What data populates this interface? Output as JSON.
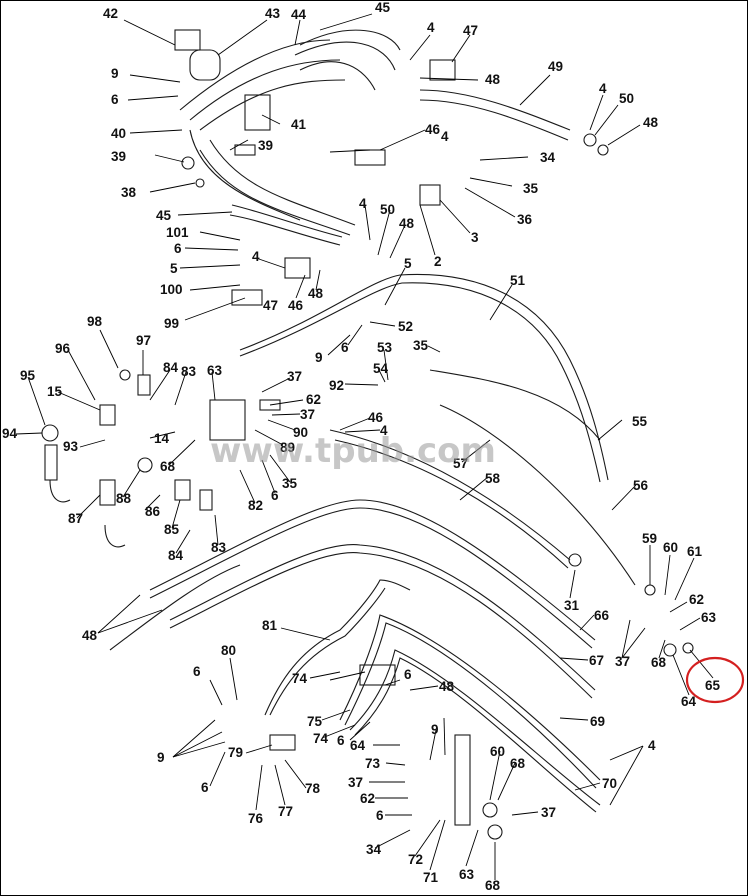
{
  "watermark": "www.tpub.com",
  "highlight_color": "#d42020",
  "highlighted_callout": "65",
  "callouts": [
    "42",
    "43",
    "44",
    "45",
    "4",
    "47",
    "9",
    "48",
    "49",
    "6",
    "4",
    "50",
    "41",
    "40",
    "48",
    "39",
    "46",
    "4",
    "34",
    "39",
    "35",
    "38",
    "36",
    "3",
    "45",
    "4",
    "50",
    "101",
    "48",
    "6",
    "2",
    "4",
    "5",
    "48",
    "100",
    "46",
    "47",
    "51",
    "5",
    "99",
    "52",
    "98",
    "9",
    "6",
    "53",
    "35",
    "96",
    "97",
    "84",
    "54",
    "92",
    "95",
    "83",
    "63",
    "37",
    "15",
    "62",
    "37",
    "46",
    "4",
    "94",
    "93",
    "14",
    "89",
    "90",
    "55",
    "68",
    "57",
    "88",
    "6",
    "35",
    "82",
    "58",
    "56",
    "87",
    "86",
    "85",
    "83",
    "84",
    "59",
    "60",
    "61",
    "31",
    "48",
    "66",
    "62",
    "63",
    "81",
    "37",
    "80",
    "67",
    "68",
    "64",
    "65",
    "74",
    "6",
    "48",
    "6",
    "75",
    "69",
    "9",
    "74",
    "6",
    "9",
    "79",
    "64",
    "60",
    "4",
    "73",
    "68",
    "70",
    "37",
    "6",
    "62",
    "78",
    "76",
    "77",
    "37",
    "6",
    "34",
    "71",
    "72",
    "63",
    "68"
  ]
}
